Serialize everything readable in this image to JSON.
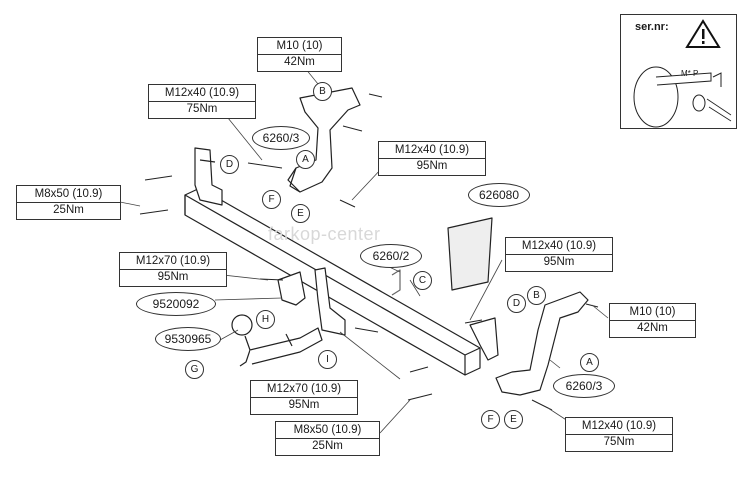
{
  "watermark": "farkop-center",
  "warning": {
    "title": "ser.nr:",
    "plate_text": "M* P",
    "icon": "warning-triangle-icon"
  },
  "specs": {
    "m10_top": [
      "M10 (10)",
      "42Nm"
    ],
    "m12x40_upper_left": [
      "M12x40 (10.9)",
      "75Nm"
    ],
    "m12x40_upper_right": [
      "M12x40 (10.9)",
      "95Nm"
    ],
    "m8x50_left": [
      "M8x50 (10.9)",
      "25Nm"
    ],
    "m12x70_left": [
      "M12x70 (10.9)",
      "95Nm"
    ],
    "m12x40_mid_right": [
      "M12x40 (10.9)",
      "95Nm"
    ],
    "m10_right": [
      "M10 (10)",
      "42Nm"
    ],
    "m12x70_bottom": [
      "M12x70 (10.9)",
      "95Nm"
    ],
    "m8x50_bottom": [
      "M8x50 (10.9)",
      "25Nm"
    ],
    "m12x40_bottom_right": [
      "M12x40 (10.9)",
      "75Nm"
    ]
  },
  "parts": {
    "p6260_3_top": "6260/3",
    "p626080": "626080",
    "p6260_2": "6260/2",
    "p9520092": "9520092",
    "p9530965": "9530965",
    "p6260_3_bottom": "6260/3"
  },
  "letters": {
    "b_top": "B",
    "a_top": "A",
    "d_left": "D",
    "f_top": "F",
    "e_top": "E",
    "c": "C",
    "h": "H",
    "g": "G",
    "i": "I",
    "d_right": "D",
    "b_right": "B",
    "a_right": "A",
    "f_bottom": "F",
    "e_bottom": "E"
  }
}
